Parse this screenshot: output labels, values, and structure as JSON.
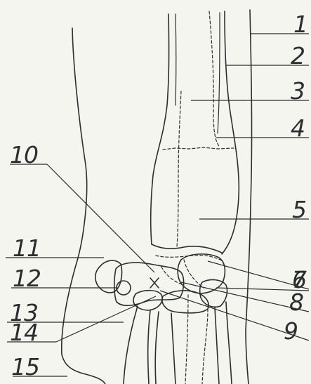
{
  "figure": {
    "background": "#f4f5ef",
    "ink_color": "#2b2e2f",
    "labels": [
      "1",
      "2",
      "3",
      "4",
      "5",
      "6",
      "7",
      "8",
      "9",
      "10",
      "11",
      "12",
      "13",
      "14",
      "15"
    ]
  }
}
